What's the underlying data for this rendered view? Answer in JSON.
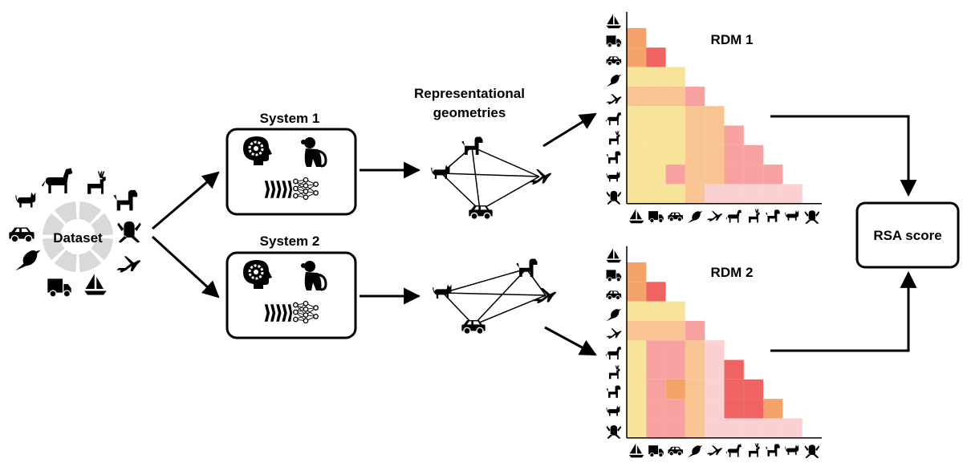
{
  "dataset": {
    "label": "Dataset"
  },
  "systems": [
    {
      "title": "System 1",
      "icons": [
        "head-gear-icon",
        "monkey-icon",
        "feature-stack-icon",
        "neural-network-icon"
      ]
    },
    {
      "title": "System 2",
      "icons": [
        "head-gear-icon",
        "monkey-icon",
        "feature-stack-icon",
        "neural-network-icon"
      ]
    }
  ],
  "geometry": {
    "label_line1": "Representational",
    "label_line2": "geometries"
  },
  "rdms": [
    {
      "title": "RDM 1"
    },
    {
      "title": "RDM 2"
    }
  ],
  "rsa": {
    "label": "RSA score"
  },
  "stimuli": [
    "sailboat",
    "truck",
    "car",
    "bird",
    "airplane",
    "horse",
    "deer",
    "dog",
    "cat",
    "frog"
  ],
  "colors": {
    "light_yellow": "#f8e39a",
    "peach": "#f8c592",
    "orange": "#f5a26a",
    "pink": "#f7a1a1",
    "red": "#ef6363",
    "light_pink": "#fbd0d0"
  },
  "rdm_matrices": [
    [
      [
        "orange"
      ],
      [
        "orange",
        "red"
      ],
      [
        "light_yellow",
        "light_yellow",
        "light_yellow"
      ],
      [
        "peach",
        "peach",
        "peach",
        "pink"
      ],
      [
        "light_yellow",
        "light_yellow",
        "light_yellow",
        "peach",
        "peach"
      ],
      [
        "light_yellow",
        "light_yellow",
        "light_yellow",
        "peach",
        "peach",
        "pink"
      ],
      [
        "light_yellow",
        "light_yellow",
        "light_yellow",
        "peach",
        "peach",
        "pink",
        "pink"
      ],
      [
        "light_yellow",
        "light_yellow",
        "pink",
        "peach",
        "peach",
        "pink",
        "pink",
        "pink"
      ],
      [
        "light_yellow",
        "light_yellow",
        "light_yellow",
        "peach",
        "light_pink",
        "light_pink",
        "light_pink",
        "light_pink",
        "light_pink"
      ]
    ],
    [
      [
        "orange"
      ],
      [
        "orange",
        "red"
      ],
      [
        "light_yellow",
        "light_yellow",
        "light_yellow"
      ],
      [
        "peach",
        "peach",
        "peach",
        "pink"
      ],
      [
        "light_yellow",
        "pink",
        "pink",
        "peach",
        "light_pink"
      ],
      [
        "light_yellow",
        "pink",
        "pink",
        "peach",
        "light_pink",
        "red"
      ],
      [
        "light_yellow",
        "pink",
        "orange",
        "peach",
        "light_pink",
        "red",
        "red"
      ],
      [
        "light_yellow",
        "pink",
        "pink",
        "peach",
        "light_pink",
        "red",
        "red",
        "orange"
      ],
      [
        "light_yellow",
        "pink",
        "pink",
        "peach",
        "light_pink",
        "light_pink",
        "light_pink",
        "light_pink",
        "light_pink"
      ]
    ]
  ]
}
